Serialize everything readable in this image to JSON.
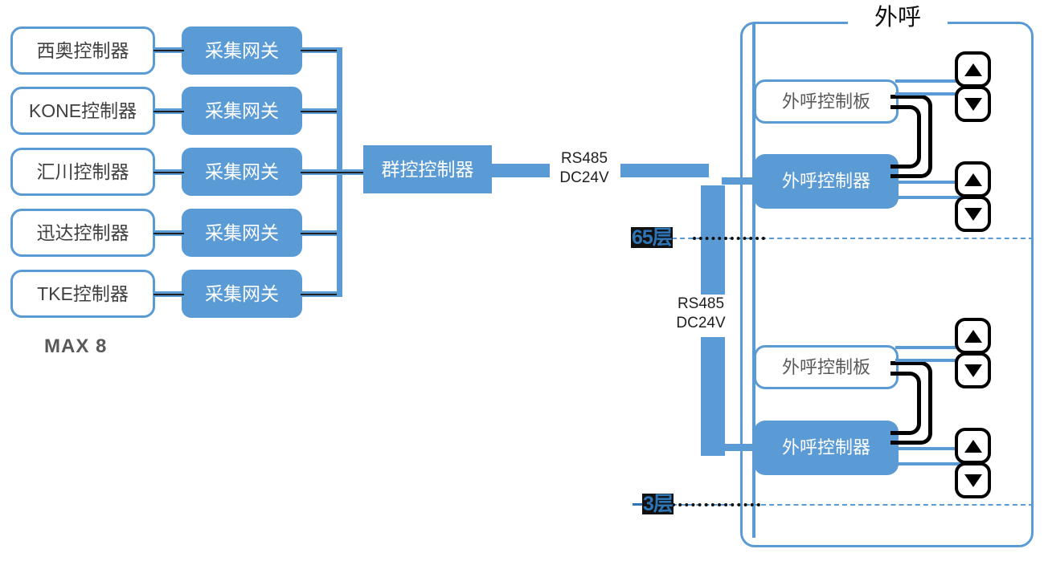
{
  "diagram": {
    "title_note": "elevator-group-control-topology",
    "colors": {
      "accent_blue": "#5B9BD5",
      "dark_text": "#404040",
      "black": "#000000",
      "floor_label_text": "#2E75B6",
      "floor_label_bg": "#111111"
    },
    "left_column": {
      "controllers": [
        {
          "label": "西奥控制器"
        },
        {
          "label": "KONE控制器"
        },
        {
          "label": "汇川控制器"
        },
        {
          "label": "迅达控制器"
        },
        {
          "label": "TKE控制器"
        }
      ],
      "gateways": [
        {
          "label": "采集网关"
        },
        {
          "label": "采集网关"
        },
        {
          "label": "采集网关"
        },
        {
          "label": "采集网关"
        },
        {
          "label": "采集网关"
        }
      ],
      "max_note": "MAX 8"
    },
    "middle": {
      "group_controller": {
        "label": "群控控制器"
      },
      "trunk_bus_label": "RS485\nDC24V"
    },
    "right_panel": {
      "frame_title": "外呼",
      "riser_bus_label": "RS485\nDC24V",
      "floors": [
        {
          "label": "65层"
        },
        {
          "label": "3层"
        }
      ],
      "stations": [
        {
          "board": {
            "label": "外呼控制板"
          },
          "controller": {
            "label": "外呼控制器"
          },
          "buttons": [
            {
              "icon": "arrow-up-icon",
              "glyph": "▲"
            },
            {
              "icon": "arrow-down-icon",
              "glyph": "▼"
            },
            {
              "icon": "arrow-up-icon",
              "glyph": "▲"
            },
            {
              "icon": "arrow-down-icon",
              "glyph": "▼"
            }
          ]
        },
        {
          "board": {
            "label": "外呼控制板"
          },
          "controller": {
            "label": "外呼控制器"
          },
          "buttons": [
            {
              "icon": "arrow-up-icon",
              "glyph": "▲"
            },
            {
              "icon": "arrow-down-icon",
              "glyph": "▼"
            },
            {
              "icon": "arrow-up-icon",
              "glyph": "▲"
            },
            {
              "icon": "arrow-down-icon",
              "glyph": "▼"
            }
          ]
        }
      ]
    }
  }
}
